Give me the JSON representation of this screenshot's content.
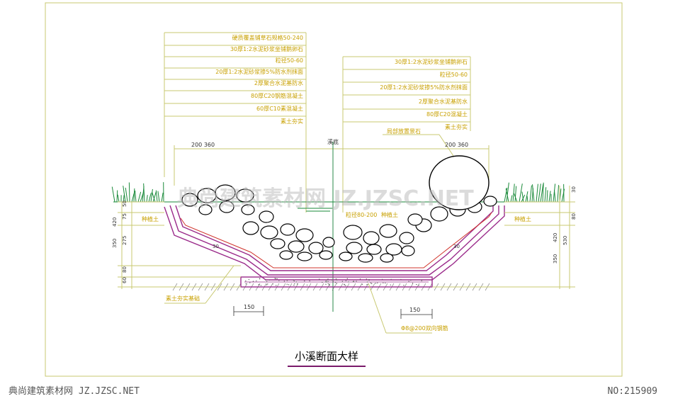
{
  "drawing": {
    "title": "小溪断面大样",
    "left_callouts": [
      "硬质覆盖铺草石规格50-240",
      "30厚1:2水泥砂浆坐铺鹅卵石",
      "粒径50-60",
      "20厚1:2水泥砂浆掺5%防水剂抹面",
      "2厚聚合水泥基防水",
      "80厚C20钢筋混凝土",
      "60厚C10素混凝土",
      "素土夯实"
    ],
    "right_callouts": [
      "30厚1:2水泥砂浆坐铺鹅卵石",
      "粒径50-60",
      "20厚1:2水泥砂浆掺5%防水剂抹面",
      "2厚聚合水泥基防水",
      "80厚C20混凝土",
      "素土夯实"
    ],
    "boulder_label": "局部放置景石",
    "section_labels": {
      "dim_left_top": "200 360",
      "dim_right_top": "200 360",
      "center_mark": "溪底",
      "cobble_size": "粒径80-200",
      "lining_label": "种植土",
      "left_planting": "种植土",
      "right_planting": "种植土",
      "foundation_note": "素土夯实基础",
      "rebar_note": "Φ8@200双向钢筋",
      "dim_bottom_left": "150",
      "dim_bottom_right": "150",
      "angle_left": "30",
      "angle_right": "30"
    },
    "left_dims": [
      "50",
      "75",
      "275",
      "80",
      "60",
      "350",
      "420"
    ],
    "right_dims": [
      "30",
      "80",
      "350",
      "420",
      "530"
    ]
  },
  "watermark": "典尚建筑素材网 JZ.JZSC.NET",
  "footer": {
    "left": "典尚建筑素材网 JZ.JZSC.NET",
    "right": "NO:215909"
  },
  "colors": {
    "frame": "#c8c870",
    "callout_text": "#c8a000",
    "dim_line": "#c8c870",
    "concrete": "#9a2a8a",
    "rebar": "#d0342c",
    "grass": "#1a8a3a",
    "stone": "#000000",
    "title_underline": "#7a1a6a"
  }
}
